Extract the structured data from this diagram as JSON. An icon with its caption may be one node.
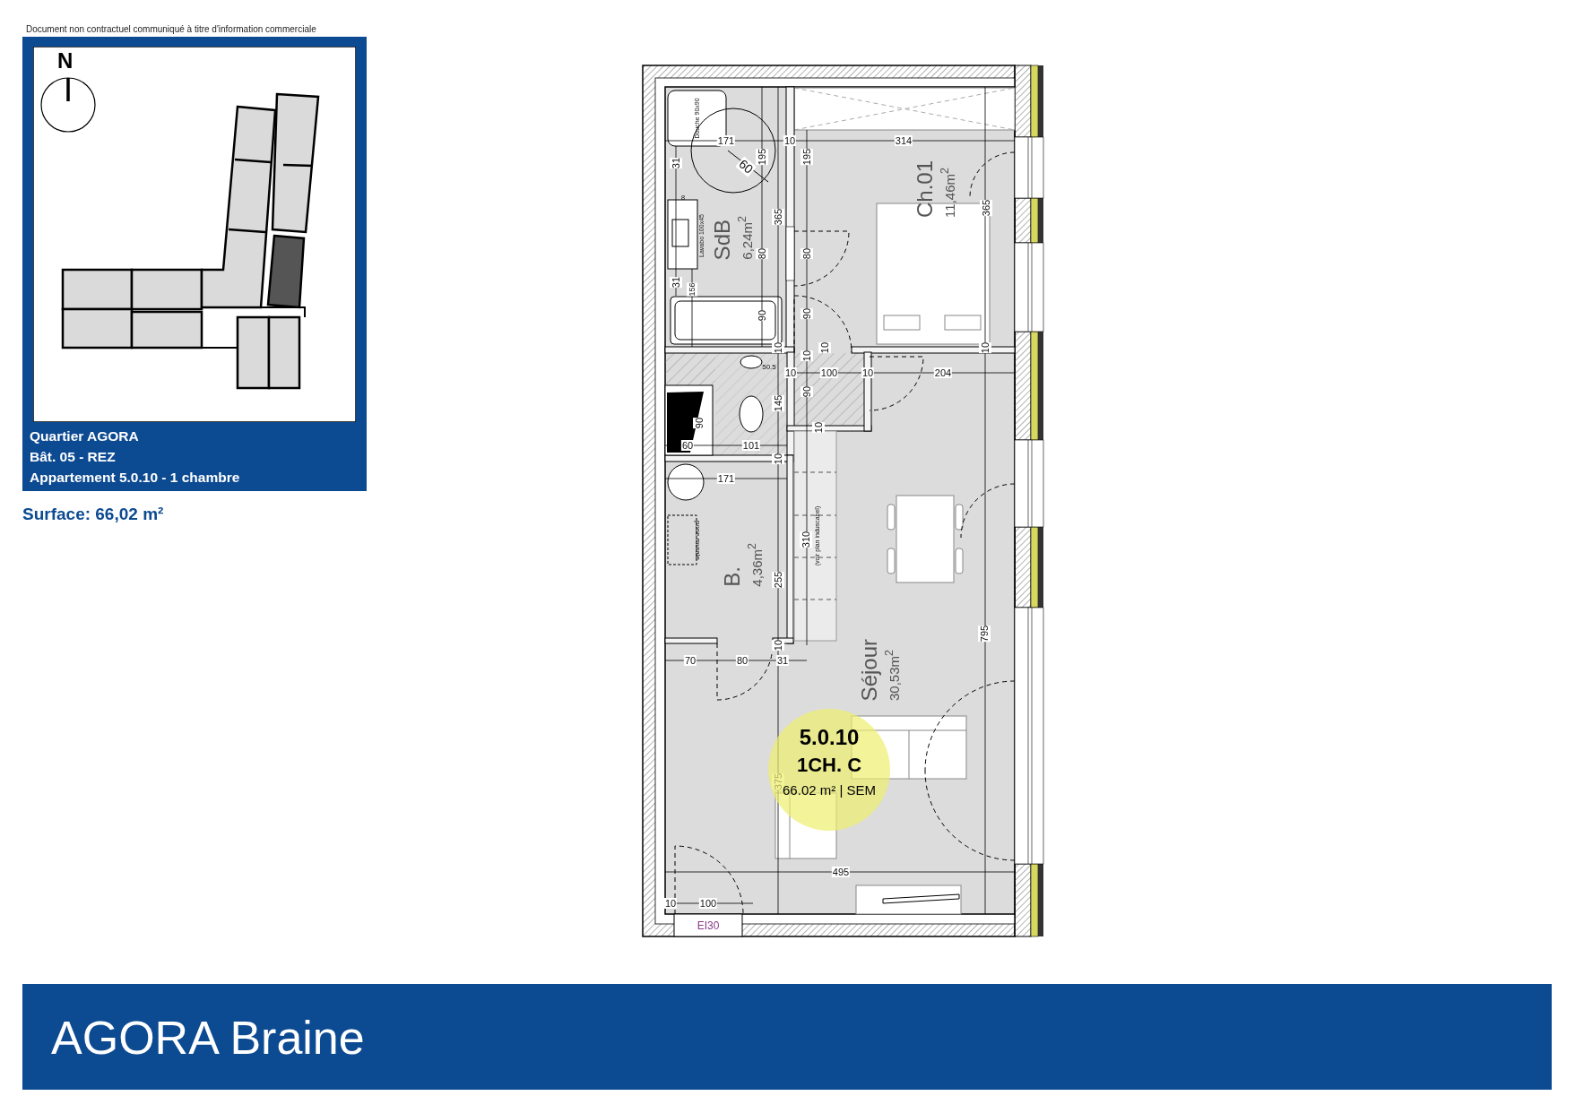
{
  "diagram": {
    "nodes": [
      {
        "text": [
          "Quartier AGORA",
          "Bât. 05 - REZ",
          "Appartement 5.0.10 - 1 chambre"
        ]
      },
      {
        "text": [
          "N"
        ],
        "in": 0
      },
      {
        "text": [
          "SdB",
          "6,24m$^{2}$"
        ]
      },
      {
        "text": [
          "Ch.01",
          "11,46m$^{2}$"
        ]
      },
      {
        "text": [
          "B.",
          "4,36m$^{2}$"
        ]
      },
      {
        "text": [
          "Séjour",
          "30,53m$^{2}$"
        ]
      },
      {
        "text": [
          "5.0.10",
          "1CH. C",
          "66.02 m² | SEM"
        ],
        "in": 5
      },
      {
        "text": [
          "AGORA Braine"
        ]
      }
    ],
    "labels": [
      "Document non contractuel communiqué à titre d'information commerciale",
      "Surface: 66,02 m²",
      "Douche 90x90",
      "171",
      "10",
      "314",
      "195",
      "195",
      "31",
      "60",
      "8",
      "365",
      "365",
      "Lavabo 100x45",
      "80",
      "80",
      "31",
      "156",
      "90",
      "90",
      "10",
      "10",
      "10",
      "10",
      "50.5",
      "10",
      "100",
      "10",
      "204",
      "90",
      "145",
      "90",
      "10",
      "60",
      "101",
      "10",
      "171",
      "(voir plan induscabel)",
      "310",
      "pose murale",
      "255",
      "795",
      "10",
      "70",
      "80",
      "31",
      "375",
      "495",
      "10",
      "100",
      "EI30"
    ]
  }
}
